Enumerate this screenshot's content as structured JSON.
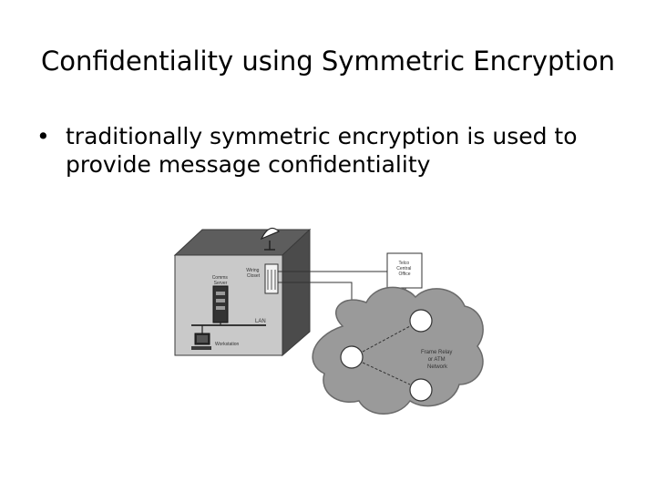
{
  "slide": {
    "title": "Confidentiality using Symmetric Encryption",
    "bullets": [
      "traditionally symmetric encryption is used to provide message confidentiality"
    ]
  },
  "diagram": {
    "labels": {
      "comms_server": [
        "Comms",
        "Server"
      ],
      "wiring_closet": [
        "Wiring",
        "Closet"
      ],
      "lan": "LAN",
      "workstation": "Workstation",
      "telco_office": [
        "Telco",
        "Central",
        "Office"
      ],
      "network": [
        "Frame Relay",
        "or ATM",
        "Network"
      ]
    }
  }
}
